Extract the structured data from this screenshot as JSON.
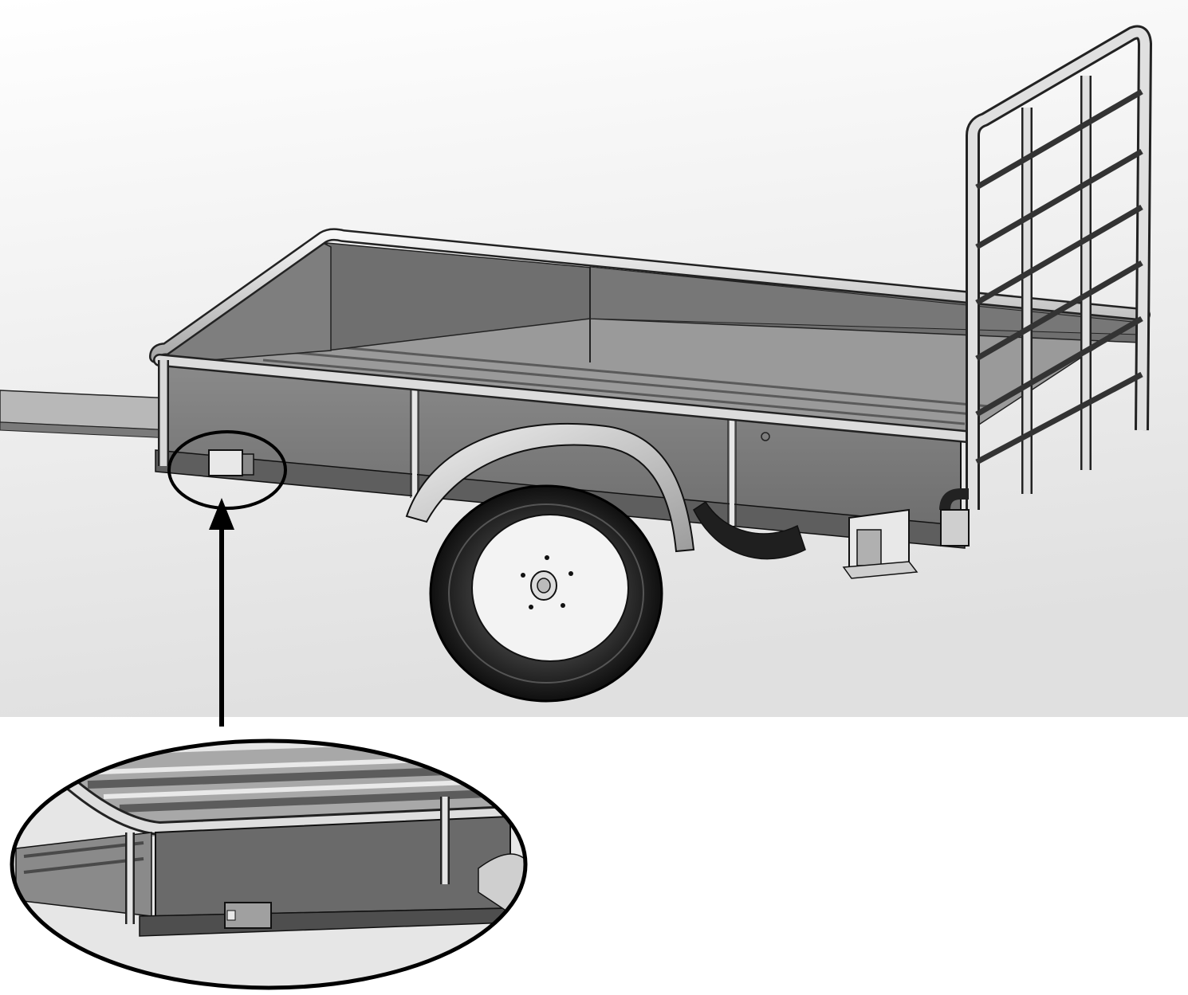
{
  "figure": {
    "view": "trailer-side-perspective",
    "callout": "marker-light-location",
    "detail": "magnified-underside-marker-light"
  },
  "colors": {
    "background_light": "#ffffff",
    "background_shade": "#e2e2e2",
    "panel": "#7b7b7b",
    "panel_dark": "#5e5e5e",
    "floor": "#9a9a9a",
    "rail": "#d6d6d6",
    "tire": "#1c1c1c",
    "hub": "#f2f2f2",
    "stroke": "#111111"
  }
}
